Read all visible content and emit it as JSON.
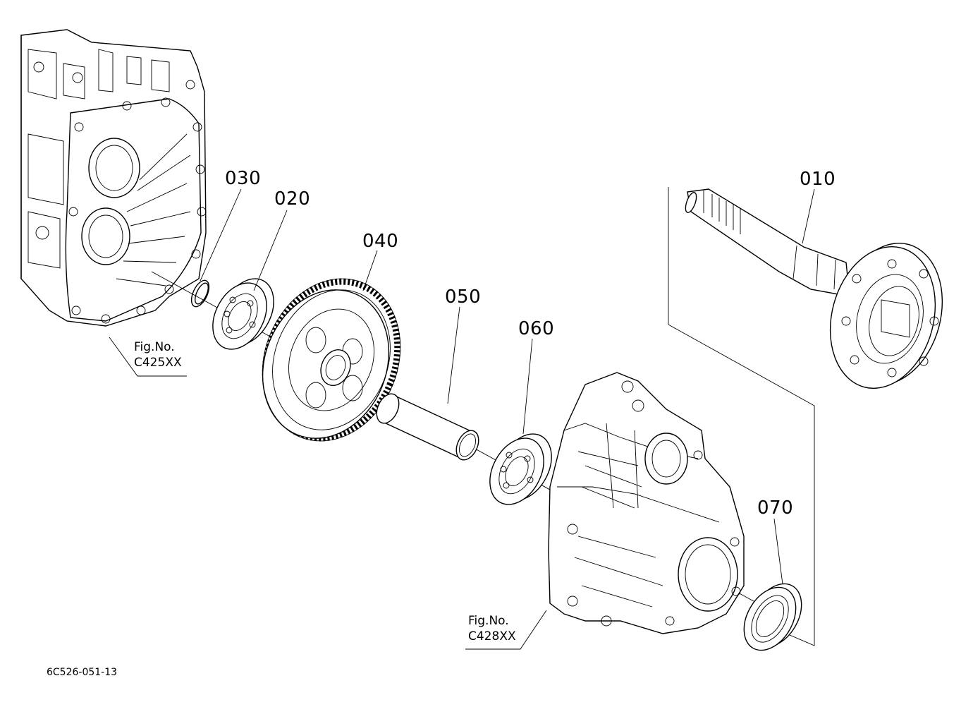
{
  "parts": {
    "p010": "010",
    "p020": "020",
    "p030": "030",
    "p040": "040",
    "p050": "050",
    "p060": "060",
    "p070": "070"
  },
  "references": {
    "left": {
      "line1": "Fig.No.",
      "line2": "C425XX"
    },
    "right": {
      "line1": "Fig.No.",
      "line2": "C428XX"
    }
  },
  "drawing_code": "6C526-051-13"
}
